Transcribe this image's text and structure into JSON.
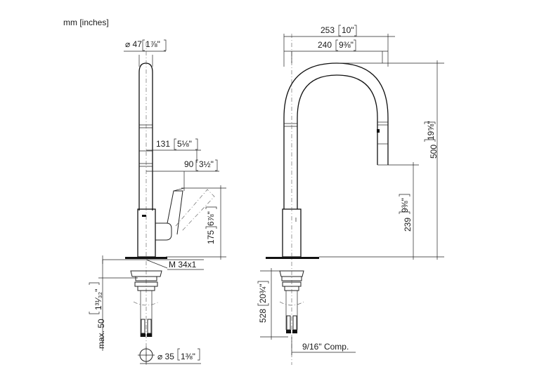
{
  "units_note": "mm [inches]",
  "dims": {
    "diameter_top": "⌀ 47",
    "diameter_top_in": "1⅞\"",
    "d131": "131",
    "d131_in": "5⅛\"",
    "d90": "90",
    "d90_in": "3½\"",
    "d175": "175",
    "d175_in": "6⅞\"",
    "thread": "M 34x1",
    "max50": "max. 50",
    "max50_in": "1³¹⁄₃₂\"",
    "diameter_bottom": "⌀ 35",
    "diameter_bottom_in": "1⅜\"",
    "d253": "253",
    "d253_in": "10\"",
    "d240": "240",
    "d240_in": "9⅜\"",
    "d500": "500",
    "d500_in": "19⅝\"",
    "d239": "239",
    "d239_in": "9⅜\"",
    "d528": "528",
    "d528_in": "20¾\"",
    "comp": "9/16\" Comp."
  }
}
